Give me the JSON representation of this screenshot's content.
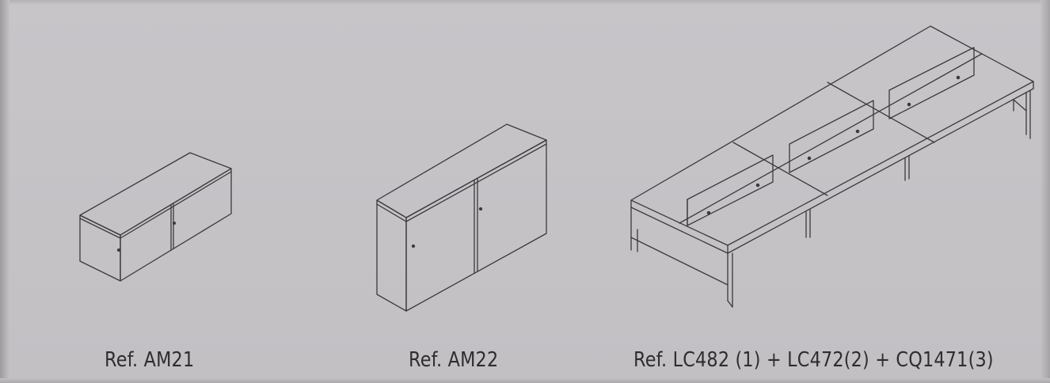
{
  "captions": {
    "am21": "Ref. AM21",
    "am22": "Ref. AM22",
    "workstation": "Ref. LC482 (1) + LC472(2) + CQ1471(3)"
  },
  "colors": {
    "background": "#c5c3c6",
    "line": "#3a393c",
    "text": "#2e2d30"
  }
}
